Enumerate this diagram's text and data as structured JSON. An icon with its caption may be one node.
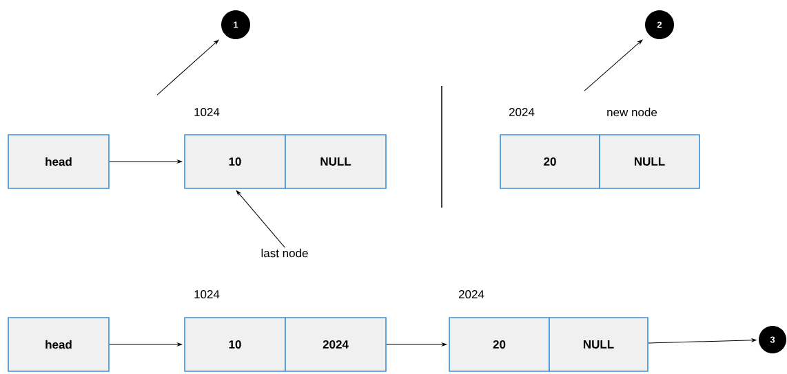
{
  "diagram": {
    "nodes": [
      {
        "text": [
          "head"
        ]
      },
      {
        "text": [
          "10"
        ],
        "beside": [
          "1024"
        ]
      },
      {
        "text": [
          "NULL"
        ]
      },
      {
        "text": [
          "last node"
        ]
      },
      {
        "text": [
          "20"
        ],
        "beside": [
          "2024"
        ]
      },
      {
        "text": [
          "NULL"
        ],
        "beside": [
          "new node"
        ]
      },
      {
        "text": [
          "1"
        ]
      },
      {
        "text": [
          "2"
        ]
      },
      {
        "text": [
          "head"
        ]
      },
      {
        "text": [
          "10"
        ],
        "beside": [
          "1024"
        ]
      },
      {
        "text": [
          "2024"
        ]
      },
      {
        "text": [
          "20"
        ],
        "beside": [
          "2024"
        ]
      },
      {
        "text": [
          "NULL"
        ]
      },
      {
        "text": [
          "3"
        ]
      }
    ],
    "edges": [
      {
        "from": 0,
        "to": 1,
        "arrow": "to"
      },
      {
        "from": 3,
        "to": 1,
        "arrow": "to"
      },
      {
        "from": null,
        "to": 6,
        "arrow": "to"
      },
      {
        "from": null,
        "to": 7,
        "arrow": "to"
      },
      {
        "from": 8,
        "to": 9,
        "arrow": "to"
      },
      {
        "from": 10,
        "to": 11,
        "arrow": "to"
      },
      {
        "from": 12,
        "to": 13,
        "arrow": "to"
      }
    ]
  }
}
